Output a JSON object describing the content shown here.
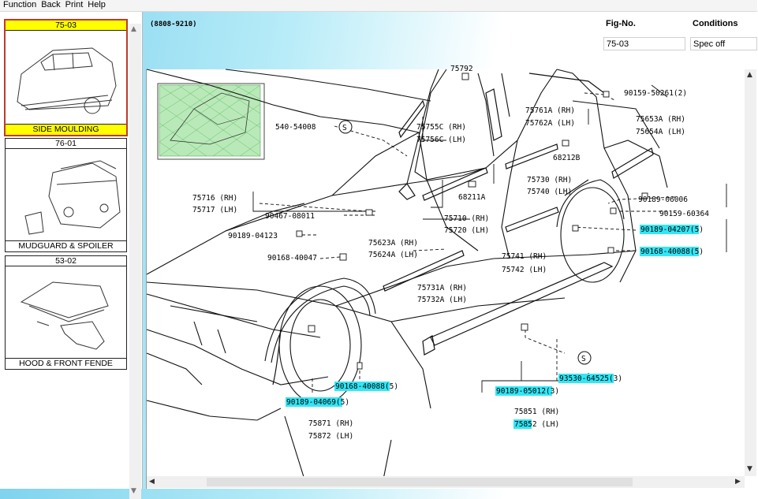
{
  "menu": [
    "Function",
    "Back",
    "Print",
    "Help"
  ],
  "thumbnails": [
    {
      "code": "75-03",
      "name": "SIDE MOULDING",
      "selected": true
    },
    {
      "code": "76-01",
      "name": "MUDGUARD & SPOILER",
      "selected": false
    },
    {
      "code": "53-02",
      "name": "HOOD & FRONT FENDE",
      "selected": false
    }
  ],
  "header": {
    "range": "(8808-9210)",
    "fig_label": "Fig-No.",
    "fig_value": "75-03",
    "cond_label": "Conditions",
    "cond_value": "Spec off"
  },
  "parts": [
    {
      "text": "75792"
    },
    {
      "text": "90159-50261(2)"
    },
    {
      "text": "540-54008"
    },
    {
      "text": "75755C (RH)"
    },
    {
      "text": "75756C (LH)"
    },
    {
      "text": "75761A (RH)"
    },
    {
      "text": "75762A (LH)"
    },
    {
      "text": "75653A (RH)"
    },
    {
      "text": "75654A (LH)"
    },
    {
      "text": "68212B"
    },
    {
      "text": "75730 (RH)"
    },
    {
      "text": "75740 (LH)"
    },
    {
      "text": "90189-06006"
    },
    {
      "text": "68211A"
    },
    {
      "text": "75716 (RH)"
    },
    {
      "text": "75717 (LH)"
    },
    {
      "text": "90159-60364"
    },
    {
      "text": "90467-08011"
    },
    {
      "text": "75710 (RH)"
    },
    {
      "text": "75720 (LH)"
    },
    {
      "text": "90189-04207(5)",
      "hl": true
    },
    {
      "text": "90189-04123"
    },
    {
      "text": "75623A (RH)"
    },
    {
      "text": "75624A (LH)"
    },
    {
      "text": "90168-40088(5)",
      "hl": true
    },
    {
      "text": "90168-40047"
    },
    {
      "text": "75741 (RH)"
    },
    {
      "text": "75742 (LH)"
    },
    {
      "text": "75731A (RH)"
    },
    {
      "text": "75732A (LH)"
    },
    {
      "text": "93530-64525(3)",
      "hl": true
    },
    {
      "text": "90168-40088(5)",
      "hl": true
    },
    {
      "text": "90189-05012(3)",
      "hl": true
    },
    {
      "text": "90189-04069(5)",
      "hl": true
    },
    {
      "text": "75851 (RH)"
    },
    {
      "text": "75852 (LH)",
      "hl_code": true
    },
    {
      "text": "75871 (RH)"
    },
    {
      "text": "75872 (LH)"
    }
  ],
  "colors": {
    "highlight": "#33e6f5",
    "thumb_select": "#ffff00",
    "thumb_border": "#c0392b",
    "inset_fill": "#b9e9b9"
  }
}
